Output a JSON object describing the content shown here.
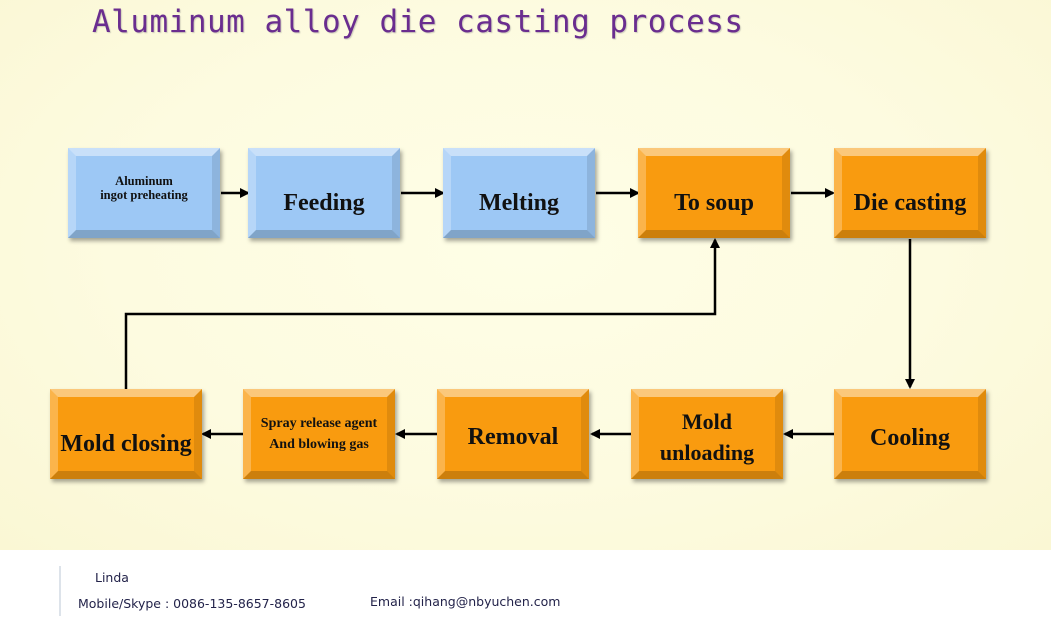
{
  "title": "Aluminum alloy die casting process",
  "steps": {
    "ingot_preheating": {
      "line1": "Aluminum",
      "line2": "ingot preheating"
    },
    "feeding": "Feeding",
    "melting": "Melting",
    "to_soup": "To soup",
    "die_casting": "Die casting",
    "cooling": "Cooling",
    "mold_unloading": {
      "line1": "Mold",
      "line2": "unloading"
    },
    "removal": "Removal",
    "spray": {
      "line1": "Spray release agent",
      "line2": "And blowing gas"
    },
    "mold_closing": "Mold closing"
  },
  "colors": {
    "blue_step": "#9dc8f5",
    "orange_step": "#f99b0f",
    "title": "#6a2d8f"
  },
  "footer": {
    "name": "Linda",
    "mobile": "Mobile/Skype : 0086-135-8657-8605",
    "email": "Email :qihang@nbyuchen.com"
  }
}
